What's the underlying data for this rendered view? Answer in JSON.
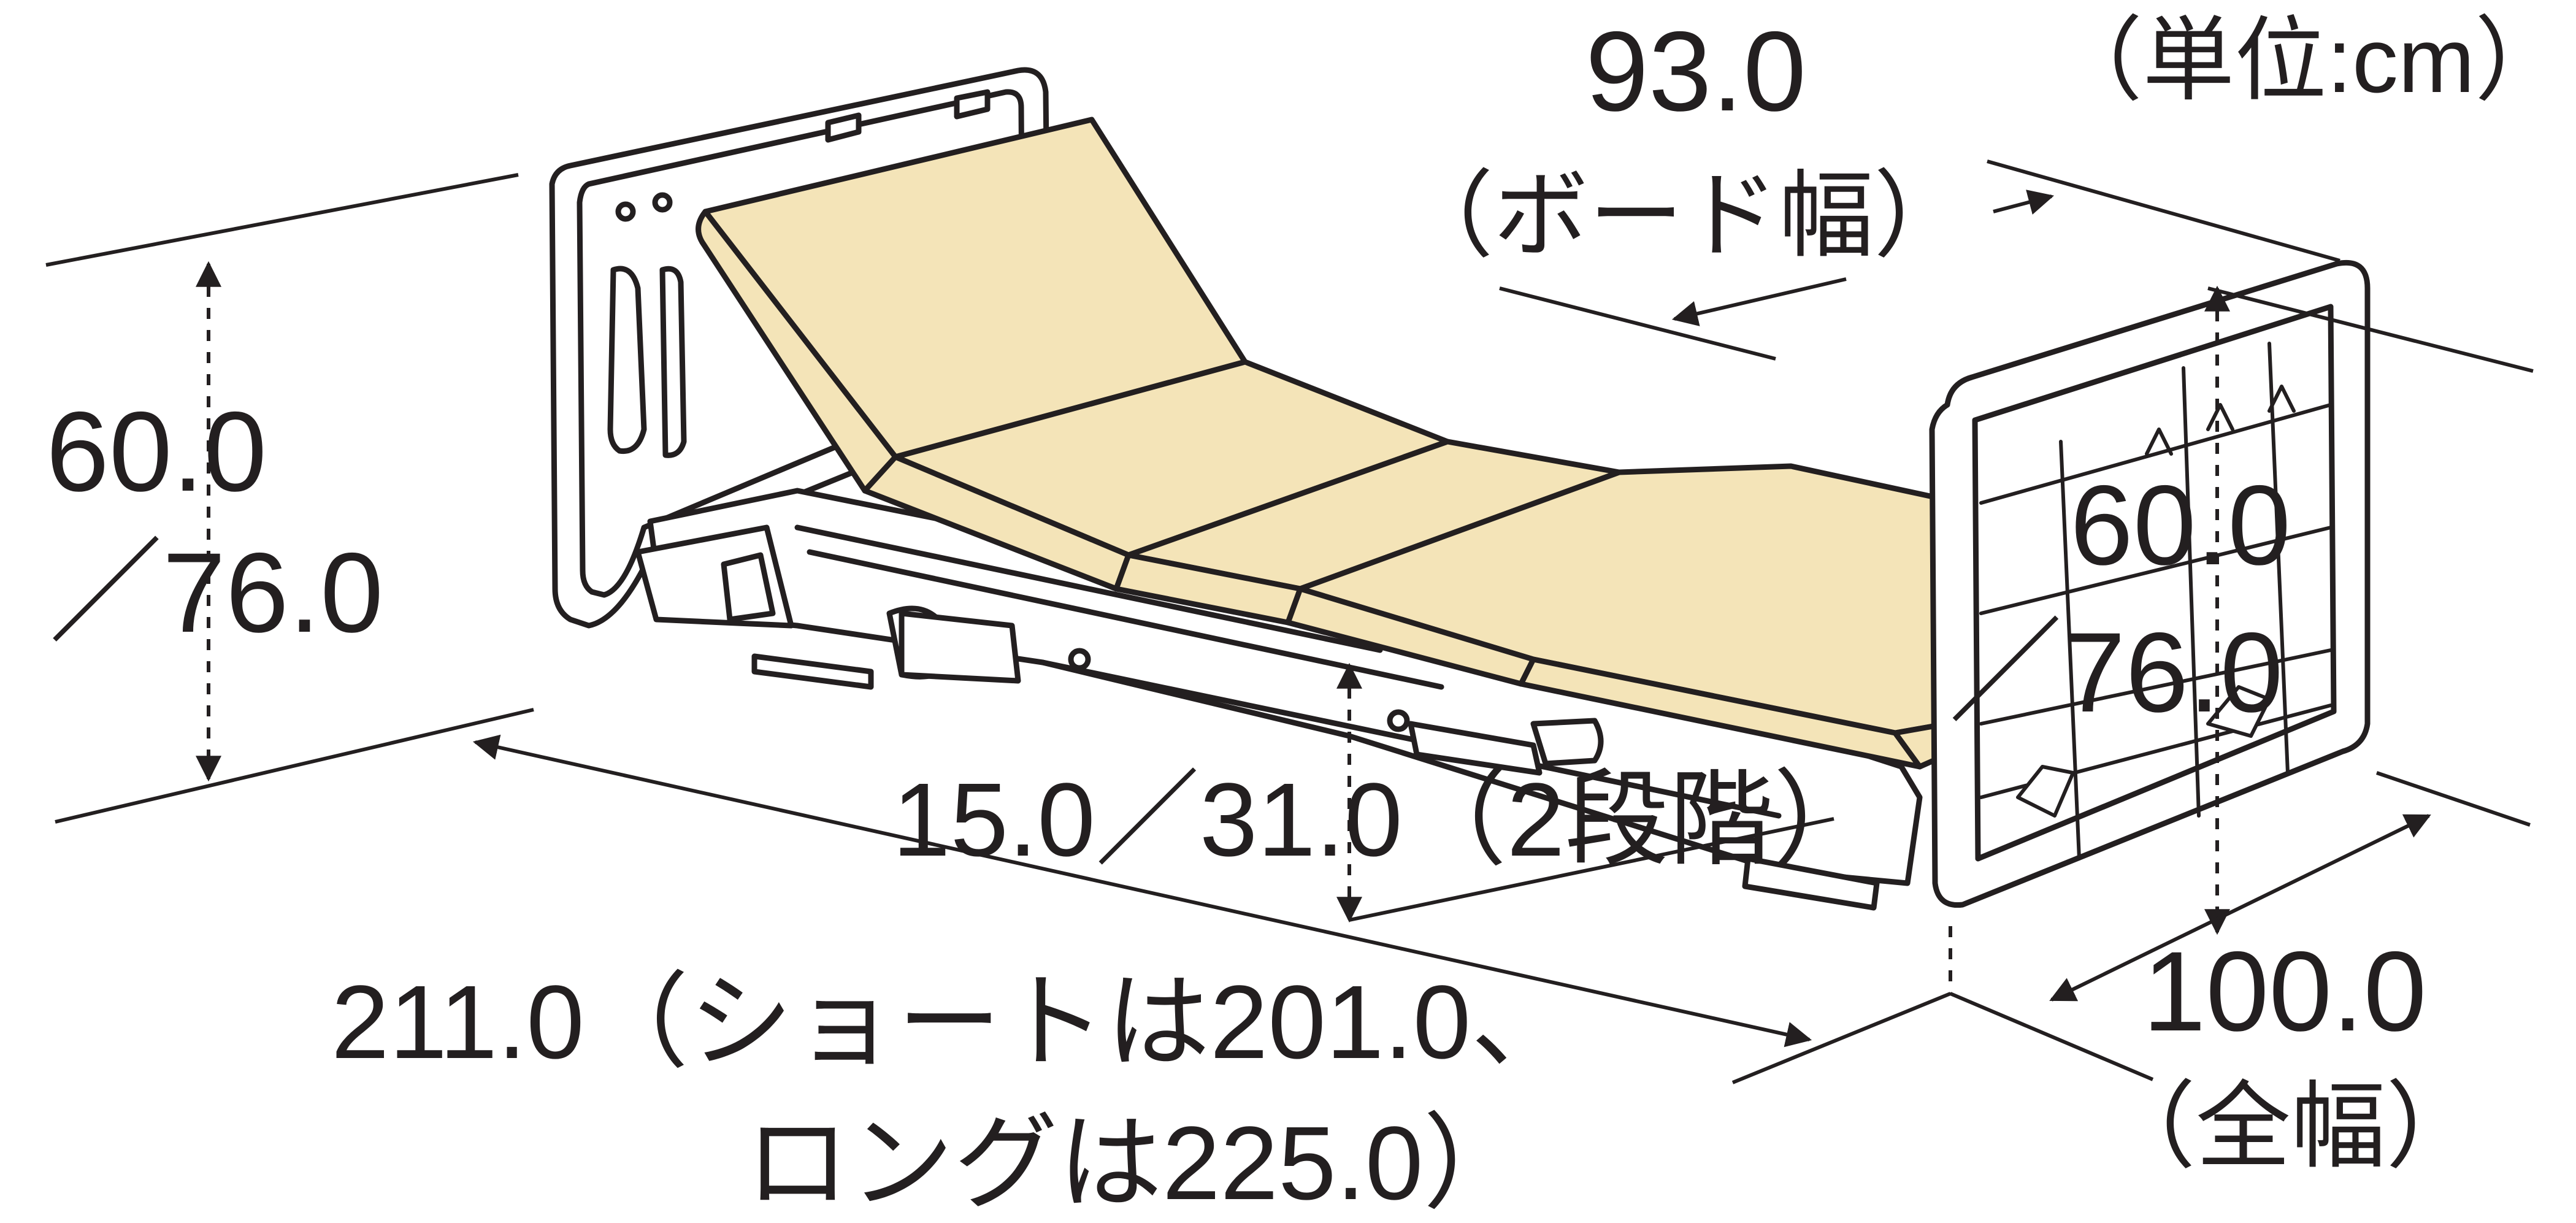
{
  "diagram": {
    "unit_label": "（単位:cm）",
    "board_width_value": "93.0",
    "board_width_label": "（ボード幅）",
    "headboard_height_line1": "60.0",
    "headboard_height_line2": "／76.0",
    "footboard_height_line1": "60.0",
    "footboard_height_line2": "／76.0",
    "floor_clearance": "15.0／31.0（2段階）",
    "length_line1": "211.0（ショートは201.0、",
    "length_line2": "ロングは225.0）",
    "total_width_value": "100.0",
    "total_width_label": "（全幅）",
    "colors": {
      "mattress": "#f4e4b8",
      "outline": "#231f20",
      "frame": "#ffffff",
      "dim_line": "#231f20"
    }
  }
}
